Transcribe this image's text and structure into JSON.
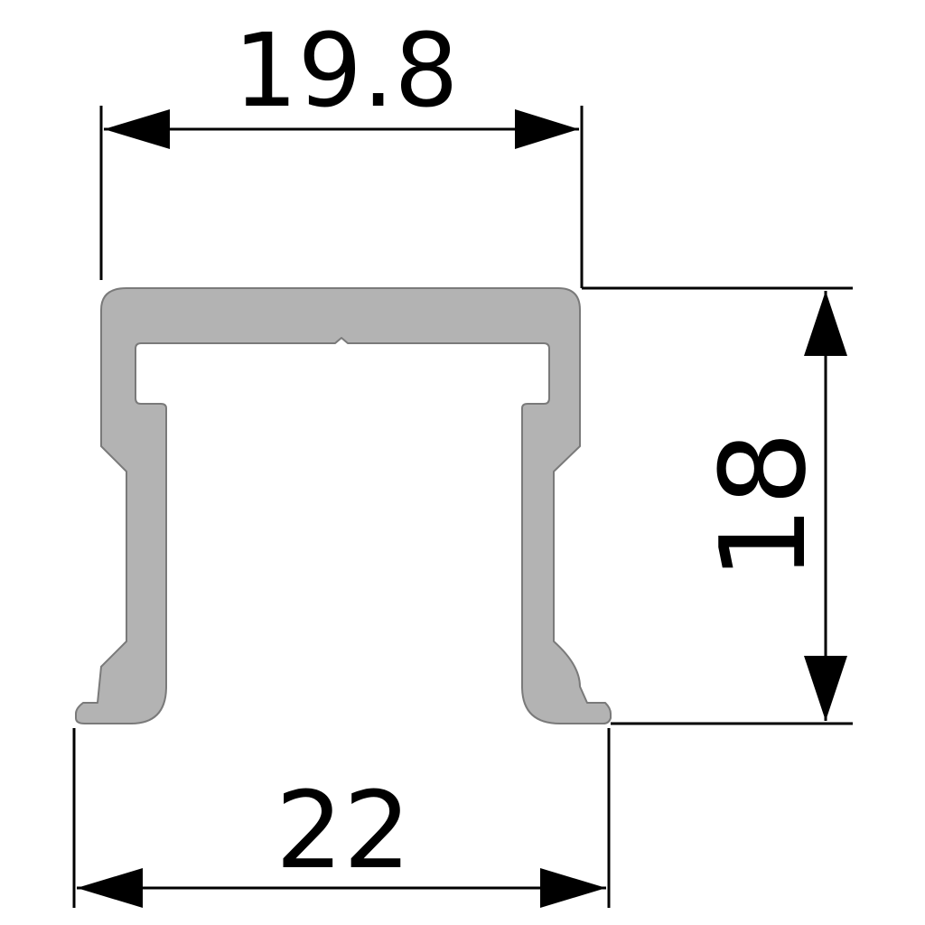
{
  "diagram": {
    "dimensions": {
      "top_width": "19.8",
      "height": "18",
      "bottom_width": "22"
    },
    "colors": {
      "profile_fill": "#b3b3b3",
      "profile_stroke": "#7a7a7a",
      "line": "#000000",
      "background": "#ffffff"
    }
  }
}
